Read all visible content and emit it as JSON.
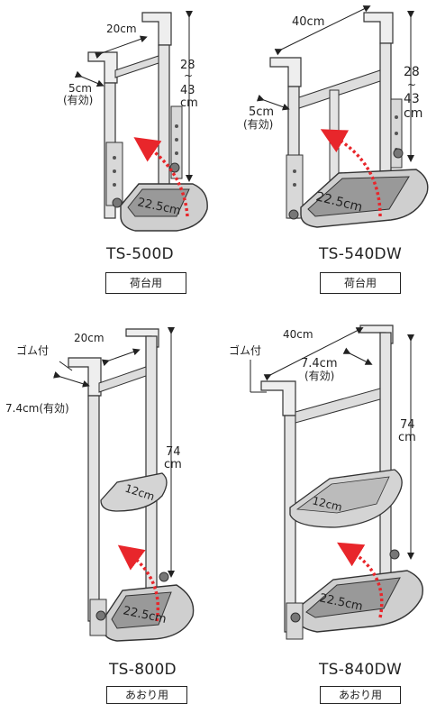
{
  "products": [
    {
      "model": "TS-500D",
      "usage": "荷台用",
      "width": "20cm",
      "clamp_l1": "5cm",
      "clamp_l2": "(有効)",
      "height_top": "28",
      "height_tilde": "~",
      "height_mid": "43",
      "height_unit": "cm",
      "step_depth": "22.5cm"
    },
    {
      "model": "TS-540DW",
      "usage": "荷台用",
      "width": "40cm",
      "clamp_l1": "5cm",
      "clamp_l2": "(有効)",
      "height_top": "28",
      "height_tilde": "~",
      "height_mid": "43",
      "height_unit": "cm",
      "step_depth": "22.5cm"
    },
    {
      "model": "TS-800D",
      "usage": "あおり用",
      "width": "20cm",
      "rubber": "ゴム付",
      "clamp": "7.4cm(有効)",
      "height_top": "74",
      "height_unit": "cm",
      "mid_step": "12cm",
      "step_depth": "22.5cm"
    },
    {
      "model": "TS-840DW",
      "usage": "あおり用",
      "width": "40cm",
      "rubber": "ゴム付",
      "clamp_l1": "7.4cm",
      "clamp_l2": "(有効)",
      "height_top": "74",
      "height_unit": "cm",
      "mid_step": "12cm",
      "step_depth": "22.5cm"
    }
  ],
  "colors": {
    "metal_light": "#e6e6e6",
    "metal_dark": "#9a9a9a",
    "outline": "#333333",
    "arrow_red": "#e8262b"
  }
}
